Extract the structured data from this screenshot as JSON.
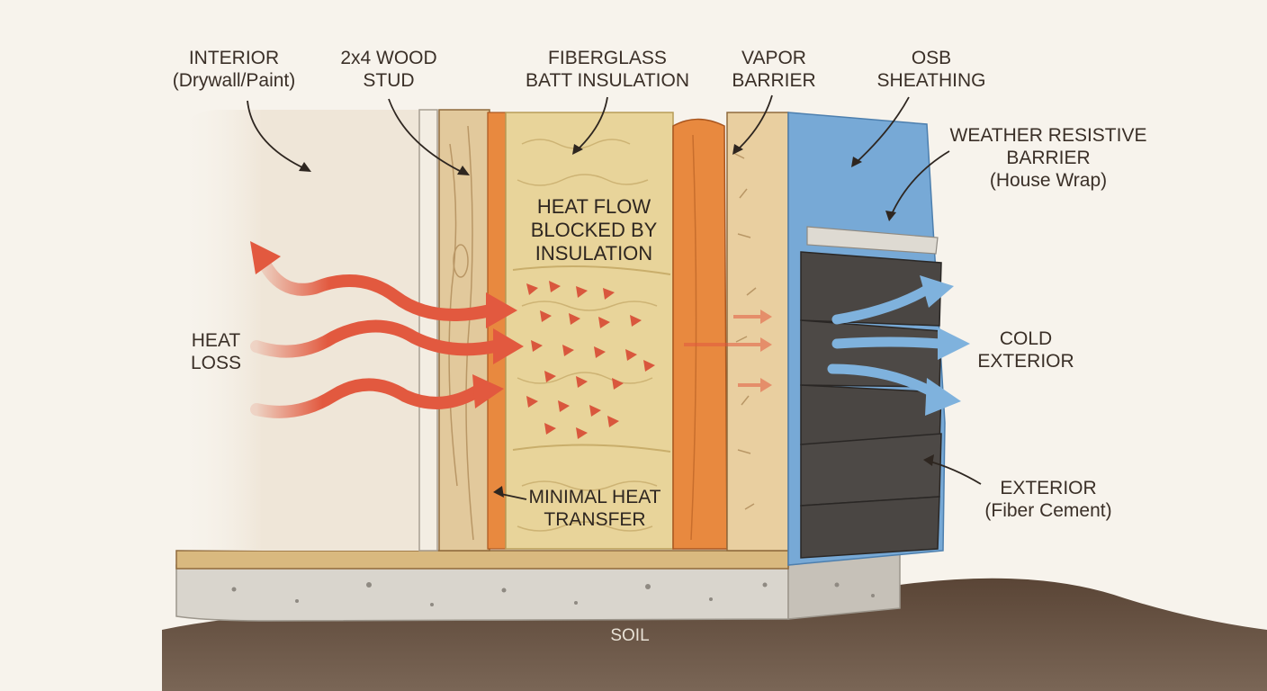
{
  "labels": {
    "interior": {
      "line1": "INTERIOR",
      "line2": "(Drywall/Paint)"
    },
    "stud": {
      "line1": "2x4 WOOD",
      "line2": "STUD"
    },
    "insulation": {
      "line1": "FIBERGLASS",
      "line2": "BATT INSULATION"
    },
    "vapor": {
      "line1": "VAPOR",
      "line2": "BARRIER"
    },
    "osb": {
      "line1": "OSB",
      "line2": "SHEATHING"
    },
    "wrb": {
      "line1": "WEATHER RESISTIVE",
      "line2": "BARRIER",
      "line3": "(House Wrap)"
    },
    "heat_blocked": {
      "line1": "HEAT FLOW",
      "line2": "BLOCKED BY",
      "line3": "INSULATION"
    },
    "heat_loss": {
      "line1": "HEAT",
      "line2": "LOSS"
    },
    "cold": {
      "line1": "COLD",
      "line2": "EXTERIOR"
    },
    "minimal": {
      "line1": "MINIMAL HEAT",
      "line2": "TRANSFER"
    },
    "exterior": {
      "line1": "EXTERIOR",
      "line2": "(Fiber Cement)"
    },
    "soil": "SOIL"
  },
  "colors": {
    "background": "#f7f3ec",
    "drywall": "#efe6d8",
    "stud_wood": "#e2c99c",
    "insulation": "#e8d49a",
    "vapor_barrier": "#e8893f",
    "osb": "#e9cfa0",
    "house_wrap": "#77a9d6",
    "siding": "#4a4643",
    "heat_arrow": "#e2593f",
    "cold_arrow": "#7fb2dd",
    "concrete": "#d9d5cd",
    "soil": "#5a4536"
  }
}
